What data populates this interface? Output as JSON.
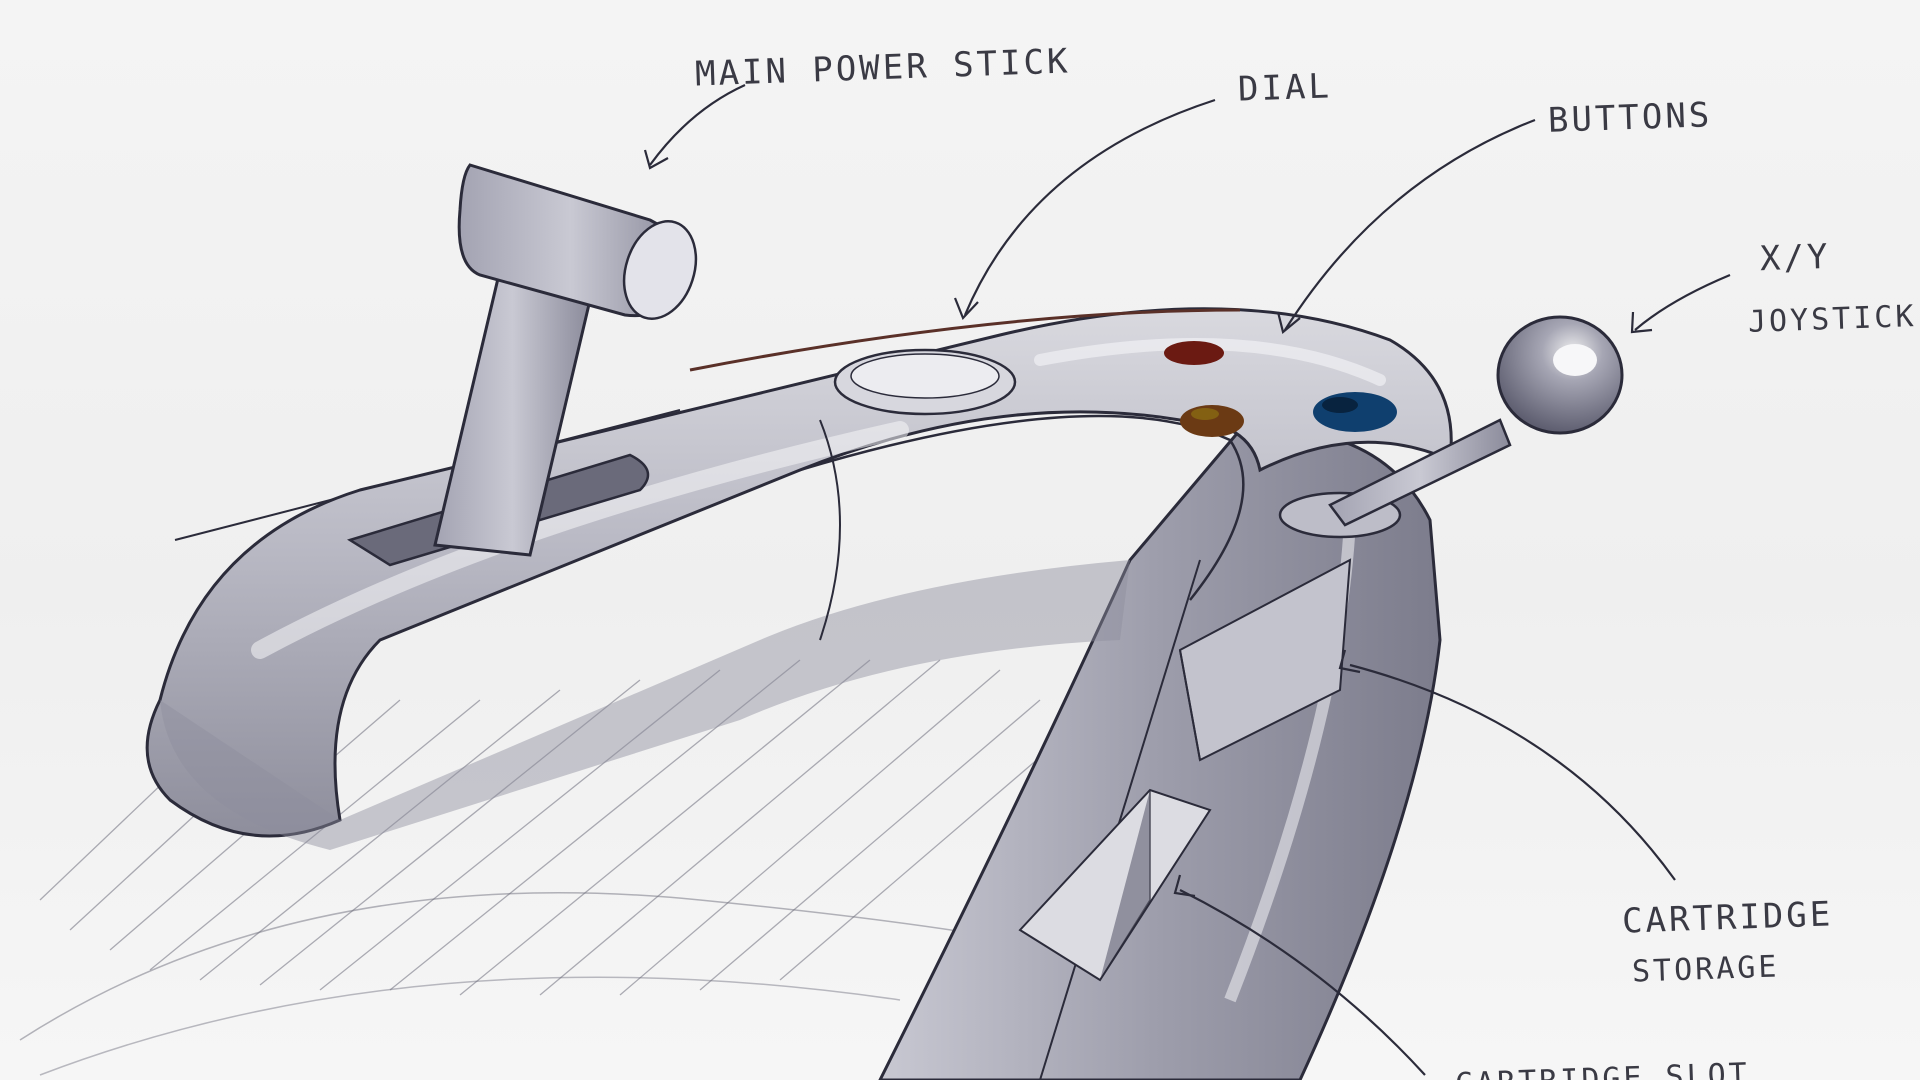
{
  "labels": {
    "main_power_stick": "MAIN POWER STICK",
    "dial": "DIAL",
    "buttons": "BUTTONS",
    "xy_joystick_line1": "X/Y",
    "xy_joystick_line2": "JOYSTICK",
    "cartridge_storage_line1": "CARTRIDGE",
    "cartridge_storage_line2": "STORAGE",
    "cut_off_label": "CARTRIDGE SLOT"
  },
  "colors": {
    "ink": "#2b2b3a",
    "marker_grey": "#a9a9b6",
    "button_red": "#6b1a12",
    "button_yellow": "#8a6a12",
    "button_blue": "#0f3f6e"
  }
}
